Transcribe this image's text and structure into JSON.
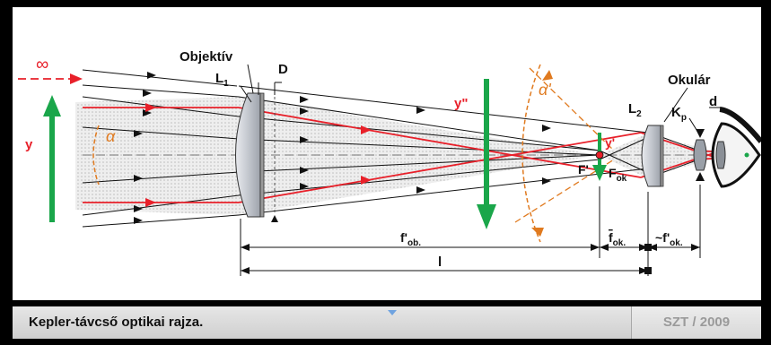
{
  "diagram": {
    "labels": {
      "infinity": "∞",
      "object_y": "y",
      "alpha": "α",
      "objective": "Objektív",
      "d_upper": "D",
      "l1": "L",
      "l1_sub": "1",
      "image_y2": "y\"",
      "alpha_prime": "α'",
      "ocular": "Okulár",
      "l2": "L",
      "l2_sub": "2",
      "kp": "K",
      "kp_sub": "p",
      "d_lower": "d",
      "y_prime": "y'",
      "f_prime": "F'",
      "f_ok": "F",
      "f_ok_sub": "ok",
      "f_ob": "f'",
      "f_ob_sub": "ob.",
      "fbar_ok": "f",
      "fbar_ok_sub": "ok.",
      "f_ok_prime": "~f'",
      "f_ok_prime_sub": "ok.",
      "l_length": "l"
    },
    "colors": {
      "rays_red": "#e8202a",
      "rays_black": "#111111",
      "arrows_green": "#1aa64a",
      "angle_orange": "#e07a1f",
      "lens_fill": "#c9ccd2",
      "cone_fill": "#d9d9d9"
    }
  },
  "caption": {
    "title": "Kepler-távcső optikai rajza.",
    "credit": "SZT / 2009"
  }
}
